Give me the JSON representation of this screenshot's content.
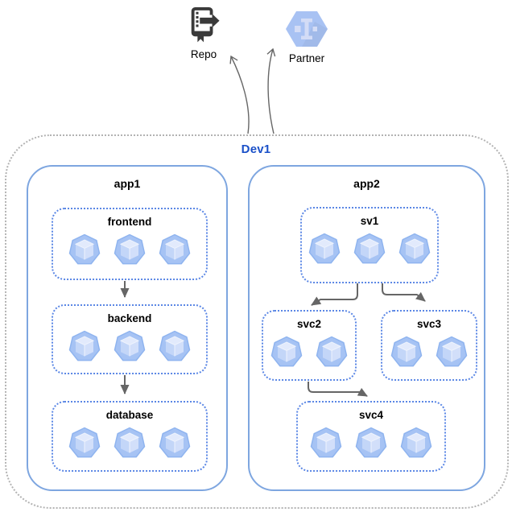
{
  "external": {
    "repo": {
      "label": "Repo",
      "icon": "source-repository-icon"
    },
    "partner": {
      "label": "Partner",
      "icon": "partner-hexagon-icon"
    }
  },
  "boundary": {
    "label": "Dev1",
    "label_color": "#1a50c8"
  },
  "groups": [
    {
      "id": "app1",
      "label": "app1",
      "services": [
        {
          "id": "frontend",
          "label": "frontend",
          "replicas": 3
        },
        {
          "id": "backend",
          "label": "backend",
          "replicas": 3
        },
        {
          "id": "database",
          "label": "database",
          "replicas": 3
        }
      ]
    },
    {
      "id": "app2",
      "label": "app2",
      "services": [
        {
          "id": "sv1",
          "label": "sv1",
          "replicas": 3
        },
        {
          "id": "svc2",
          "label": "svc2",
          "replicas": 2
        },
        {
          "id": "svc3",
          "label": "svc3",
          "replicas": 2
        },
        {
          "id": "svc4",
          "label": "svc4",
          "replicas": 3
        }
      ]
    }
  ],
  "edges": [
    {
      "from": "frontend",
      "to": "backend"
    },
    {
      "from": "backend",
      "to": "database"
    },
    {
      "from": "sv1",
      "to": "svc2"
    },
    {
      "from": "sv1",
      "to": "svc3"
    },
    {
      "from": "svc2",
      "to": "svc4"
    },
    {
      "from": "Dev1",
      "to": "Repo"
    },
    {
      "from": "Dev1",
      "to": "Partner"
    }
  ],
  "colors": {
    "boundary_border": "#b3b3b3",
    "group_border": "#7ea6e0",
    "service_border": "#5b87e5",
    "dev_label": "#1a50c8",
    "arrow": "#666666",
    "pod_fill": "#a6c3f4",
    "pod_stroke": "#8fb4ef",
    "repo_icon": "#3a3a3a",
    "partner_hexagon": "#a8c2f3"
  }
}
